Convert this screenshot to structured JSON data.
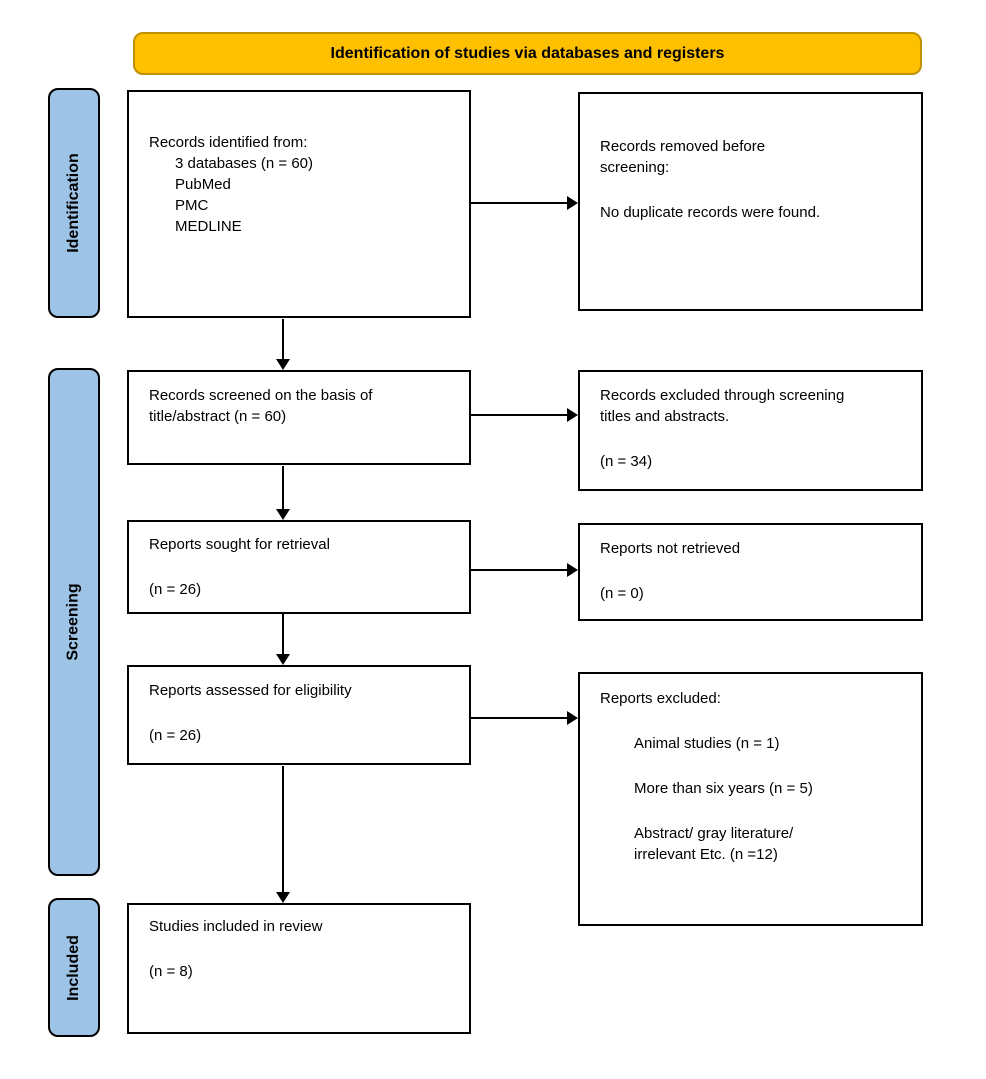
{
  "banner": {
    "label": "Identification of studies via databases and registers"
  },
  "colors": {
    "banner_fill": "#FFC000",
    "banner_border": "#BF9000",
    "sidebar_fill": "#9DC3E6",
    "box_border": "#000000",
    "arrow": "#000000"
  },
  "sidebar": {
    "identification": "Identification",
    "screening": "Screening",
    "included": "Included"
  },
  "flow": {
    "identified": {
      "intro": "Records identified from:",
      "items": [
        "3 databases (n = 60)",
        "PubMed",
        "PMC",
        "MEDLINE"
      ]
    },
    "removed": {
      "line1": "Records removed before screening:",
      "line2": "No duplicate records were found."
    },
    "screened": {
      "line1": "Records screened on the basis of title/abstract (n = 60)"
    },
    "excluded_screening": {
      "line1": "Records excluded through screening titles and abstracts.",
      "count": "(n = 34)"
    },
    "sought": {
      "line1": "Reports sought for retrieval",
      "count": "(n = 26)"
    },
    "not_retrieved": {
      "line1": "Reports not retrieved",
      "count": "(n = 0)"
    },
    "assessed": {
      "line1": "Reports assessed for eligibility",
      "count": "(n = 26)"
    },
    "excluded_reports": {
      "intro": "Reports excluded:",
      "items": [
        "Animal studies (n = 1)",
        "More than six years (n = 5)",
        "Abstract/ gray literature/ irrelevant Etc. (n =12)"
      ]
    },
    "included_review": {
      "line1": "Studies included in review",
      "count": "(n = 8)"
    }
  }
}
